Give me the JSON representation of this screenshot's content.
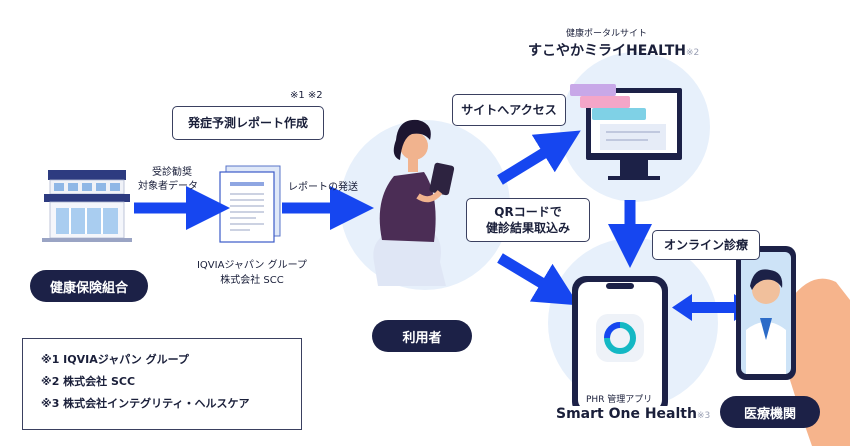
{
  "nodes": {
    "insurer_label": "健康保険組合",
    "iqvia_label_line1": "IQVIAジャパン グループ",
    "iqvia_label_line2": "株式会社 SCC",
    "user_label": "利用者",
    "portal_caption": "健康ポータルサイト",
    "portal_name": "すこやかミライHEALTH",
    "portal_sup": "※2",
    "phr_caption": "PHR 管理アプリ",
    "phr_name": "Smart One Health",
    "phr_sup": "※3",
    "medical_label": "医療機関"
  },
  "callouts": {
    "report_creation": "発症予測レポート作成",
    "report_creation_sup": "※1 ※2",
    "site_access": "サイトへアクセス",
    "qr_line1": "QRコードで",
    "qr_line2": "健診結果取込み",
    "online_consult": "オンライン診療"
  },
  "edge_labels": {
    "target_data_line1": "受診勧奨",
    "target_data_line2": "対象者データ",
    "report_send": "レポートの発送"
  },
  "legend": [
    "※1  IQVIAジャパン グループ",
    "※2  株式会社 SCC",
    "※3  株式会社インテグリティ・ヘルスケア"
  ],
  "colors": {
    "arrow": "#1646f0",
    "pill": "#1c2147",
    "circle_bg": "#e7f0fb"
  }
}
